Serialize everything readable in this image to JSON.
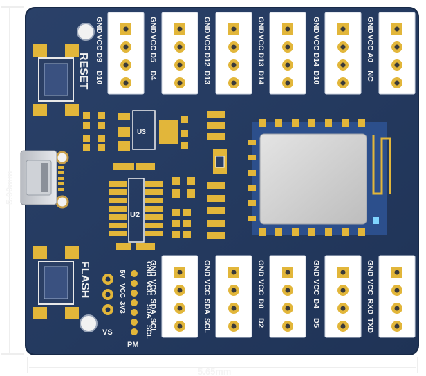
{
  "dimensions": {
    "height_label": "5.00mm",
    "width_label": "5.65mm"
  },
  "buttons": {
    "reset_label": "RESET",
    "flash_label": "FLASH"
  },
  "components": {
    "u2_label": "U2",
    "u3_label": "U3",
    "vs_label": "VS",
    "pm_label": "PM",
    "power_pins": [
      "5V",
      "VCC",
      "3V3"
    ],
    "pm_pins": [
      "GND",
      "VCC",
      "SDA",
      "SCL"
    ]
  },
  "top_connectors": [
    {
      "pins": [
        "GND",
        "VCC",
        "D9",
        "D10"
      ]
    },
    {
      "pins": [
        "GND",
        "VCC",
        "D5",
        "D4"
      ]
    },
    {
      "pins": [
        "GND",
        "VCC",
        "D12",
        "D13"
      ]
    },
    {
      "pins": [
        "GND",
        "VCC",
        "D13",
        "D14"
      ]
    },
    {
      "pins": [
        "GND",
        "VCC",
        "D14",
        "D10"
      ]
    },
    {
      "pins": [
        "GND",
        "VCC",
        "A0",
        "NC"
      ]
    }
  ],
  "bottom_connectors": [
    {
      "pins": [
        "GND",
        "VCC",
        "SDA",
        "SCL"
      ]
    },
    {
      "pins": [
        "GND",
        "VCC",
        "SDA",
        "SCL"
      ]
    },
    {
      "pins": [
        "GND",
        "VCC",
        "D0",
        "D2"
      ]
    },
    {
      "pins": [
        "GND",
        "VCC",
        "D4",
        "D5"
      ]
    },
    {
      "pins": [
        "GND",
        "VCC",
        "RXD",
        "TXD"
      ]
    }
  ],
  "colors": {
    "pcb": "#24395f",
    "pcb_edge": "#1b2c4c",
    "pad": "#e2b63a",
    "silk": "#f2f2f2",
    "wifi_module": "#2c4f8c",
    "shield": "#d4d4d4"
  }
}
